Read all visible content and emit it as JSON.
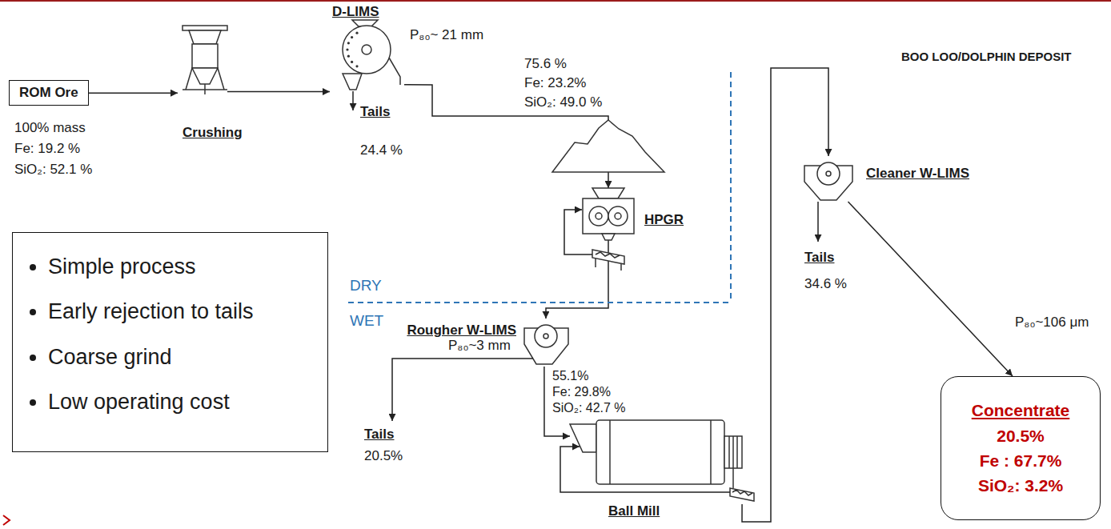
{
  "diagram": {
    "nodes": [
      {
        "text": [
          "ROM Ore"
        ]
      },
      {
        "text": [
          "Crushing"
        ]
      },
      {
        "text": [
          "D-LIMS"
        ]
      },
      {
        "text": [
          "HPGR"
        ]
      },
      {
        "text": [
          "Rougher W-LIMS"
        ]
      },
      {
        "text": [
          "Ball Mill"
        ]
      },
      {
        "text": [
          "Cleaner W-LIMS"
        ]
      },
      {
        "text": [
          "Concentrate",
          "20.5%",
          "Fe : 67.7%",
          "SiO₂: 3.2%"
        ]
      },
      {
        "text": [
          "Simple process",
          "Early rejection to tails",
          "Coarse grind",
          "Low operating cost"
        ]
      }
    ],
    "edges": [
      {
        "from": 0,
        "to": 1,
        "arrow": "to"
      },
      {
        "from": 1,
        "to": 2,
        "arrow": "to"
      },
      {
        "from": 2,
        "to": 3,
        "arrow": "to"
      },
      {
        "from": 3,
        "to": 4,
        "arrow": "to"
      },
      {
        "from": 4,
        "to": 5,
        "arrow": "to"
      },
      {
        "from": 5,
        "to": 6,
        "arrow": "to"
      },
      {
        "from": 6,
        "to": 7,
        "arrow": "to"
      }
    ],
    "labels": [
      "BOO LOO/DOLPHIN DEPOSIT",
      "100% mass",
      "Fe: 19.2 %",
      "SiO₂: 52.1 %",
      "P₈₀~ 21 mm",
      "Tails",
      "24.4 %",
      "75.6 %",
      "Fe: 23.2%",
      "SiO₂: 49.0 %",
      "DRY",
      "WET",
      "P₈₀~3 mm",
      "Tails",
      "20.5%",
      "55.1%",
      "Fe: 29.8%",
      "SiO₂: 42.7 %",
      "Tails",
      "34.6 %",
      "P₈₀~106 μm"
    ]
  }
}
